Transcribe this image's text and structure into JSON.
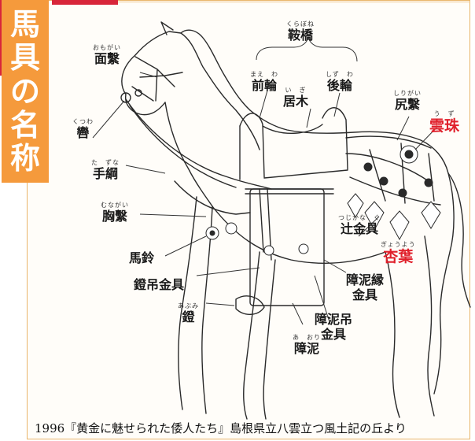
{
  "title": [
    "馬",
    "具",
    "の",
    "名",
    "称"
  ],
  "labels": {
    "omogai": {
      "ruby": "おもがい",
      "text": "面繫"
    },
    "kutsuwa": {
      "ruby": "くつわ",
      "text": "轡"
    },
    "tazuna": {
      "ruby": "た　ずな",
      "text": "手綱"
    },
    "munagai": {
      "ruby": "むながい",
      "text": "胸繫"
    },
    "bareï": {
      "ruby": "",
      "text": "馬鈴"
    },
    "abumitsuri": {
      "ruby": "",
      "text": "鐙吊金具"
    },
    "abumi": {
      "ruby": "あぶみ",
      "text": "鐙"
    },
    "kurabone": {
      "ruby": "くらぼね",
      "text": "鞍橋"
    },
    "maewa": {
      "ruby": "まえ　わ",
      "text": "前輪"
    },
    "igi": {
      "ruby": "い　ぎ",
      "text": "居木"
    },
    "shizuwa": {
      "ruby": "しず　わ",
      "text": "後輪"
    },
    "shirigai": {
      "ruby": "しりがい",
      "text": "尻繫"
    },
    "uzu": {
      "ruby": "う　ず",
      "text": "雲珠"
    },
    "tsujikanagu": {
      "ruby": "つじかな　ぐ",
      "text": "辻金具"
    },
    "gyouyou": {
      "ruby": "ぎょうよう",
      "text": "杏葉"
    },
    "aoribuchi_1": {
      "ruby": "",
      "text": "障泥縁"
    },
    "aoribuchi_2": {
      "ruby": "",
      "text": "金具"
    },
    "aoritsuri_1": {
      "ruby": "",
      "text": "障泥吊"
    },
    "aoritsuri_2": {
      "ruby": "",
      "text": "金具"
    },
    "aori": {
      "ruby": "あ　おり",
      "text": "障泥"
    }
  },
  "caption": "1996『黄金に魅せられた倭人たち』島根県立八雲立つ風土記の丘より",
  "colors": {
    "title_bg": "#f59a3c",
    "accent_red": "#d8253a",
    "highlight_text": "#e0202b",
    "frame": "#e9b56a"
  }
}
